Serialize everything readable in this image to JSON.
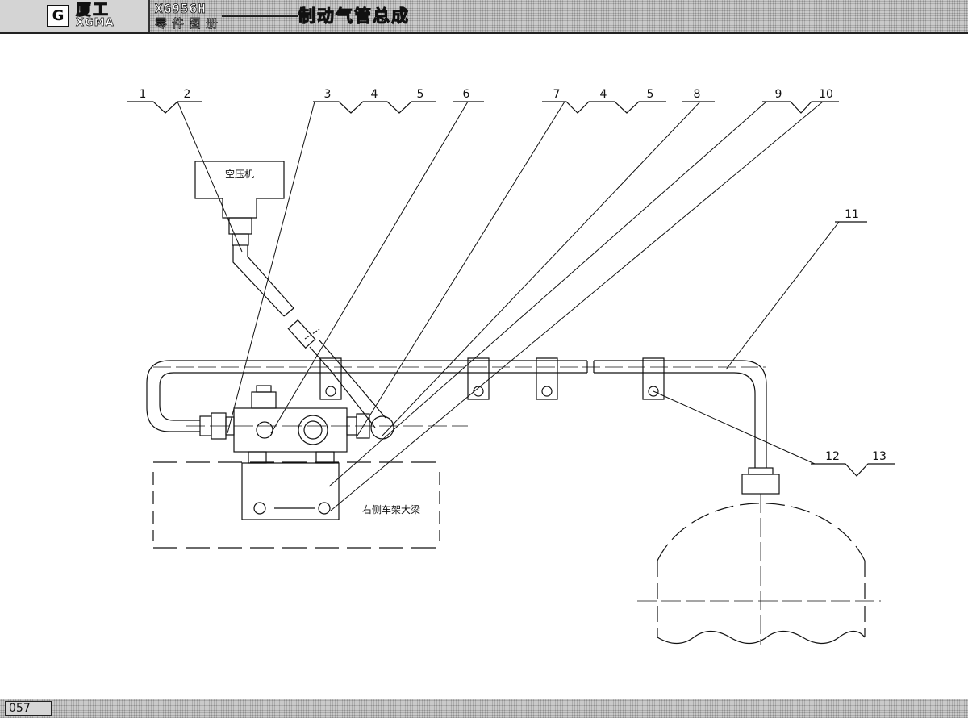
{
  "header": {
    "brand_cn": "厦工",
    "brand_en": "XGMA",
    "logo_glyph": "G",
    "model": "XG956H",
    "manual": "零件图册",
    "title": "制动气管总成"
  },
  "diagram": {
    "callouts": [
      "1",
      "2",
      "3",
      "4",
      "5",
      "6",
      "7",
      "4",
      "5",
      "8",
      "9",
      "10",
      "11",
      "12",
      "13"
    ],
    "labels": {
      "compressor": "空压机",
      "frame_beam": "右侧车架大梁"
    }
  },
  "footer": {
    "page": "057"
  }
}
